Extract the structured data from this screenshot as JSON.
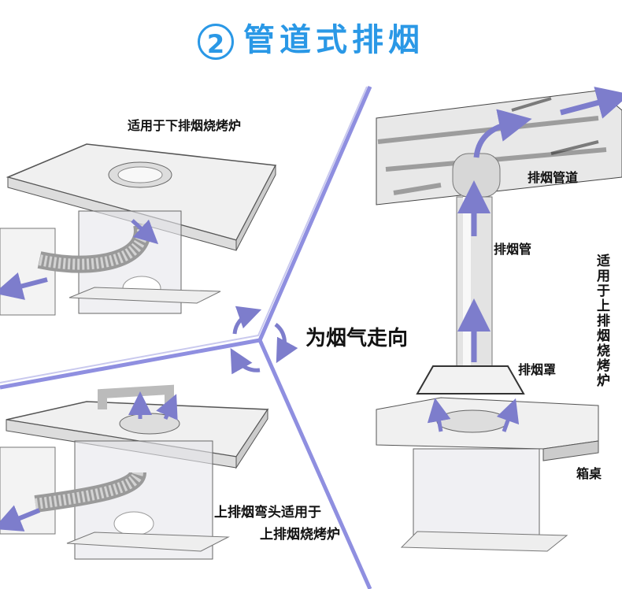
{
  "title": {
    "number": "2",
    "text": "管道式排烟"
  },
  "labels": {
    "down_exhaust": "适用于下排烟烧烤炉",
    "up_elbow_line1": "上排烟弯头适用于",
    "up_elbow_line2": "上排烟烧烤炉",
    "flow_direction": "为烟气走向",
    "duct": "排烟管道",
    "pipe": "排烟管",
    "hood": "排烟罩",
    "table": "箱桌",
    "vertical": "适用于上排烟烧烤炉"
  },
  "colors": {
    "accent": "#2a98e6",
    "divider": "#8f8fe0",
    "arrow": "#7d7dcc"
  }
}
